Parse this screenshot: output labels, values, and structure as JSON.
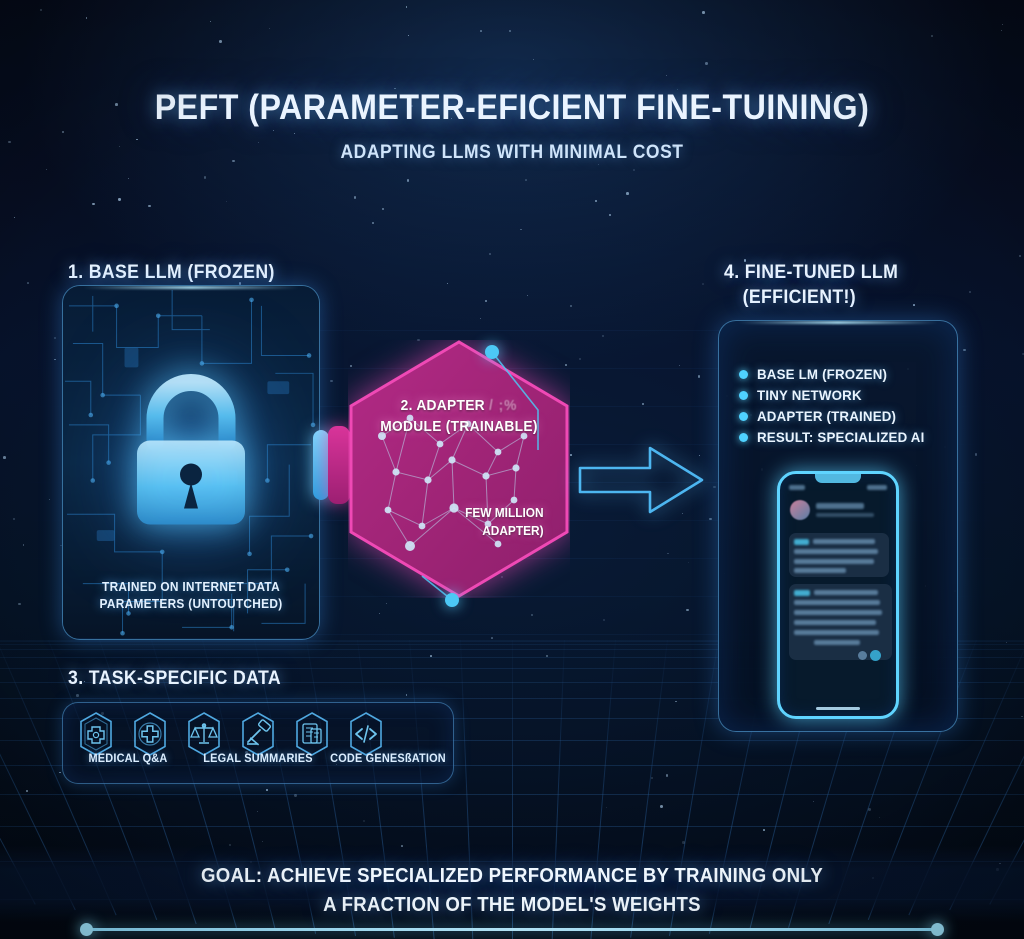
{
  "header": {
    "title": "PEFT (PARAMETER-EFICIENT FINE-TUINING)",
    "subtitle": "ADAPTING LLMS WITH MINIMAL COST"
  },
  "step1": {
    "label": "1. BASE LLM (FROZEN)",
    "icon": "padlock-icon",
    "caption_line1": "TRAINED ON INTERNET DATA",
    "caption_line2": "PARAMETERS (UNTOUTCHED)"
  },
  "step2": {
    "title_line1": "2. ADAPTER",
    "title_glitch": "/ ;%",
    "title_line2": "MODULE (TRAINABLE)",
    "sub_line1": "FEW MILLION",
    "sub_line2": "ADAPTER)"
  },
  "step3": {
    "label": "3. TASK-SPECIFIC DATA",
    "icons": [
      {
        "name": "medical-gear-cross-icon"
      },
      {
        "name": "medical-cross-icon"
      },
      {
        "name": "legal-scales-icon"
      },
      {
        "name": "legal-gavel-icon"
      },
      {
        "name": "code-document-icon"
      },
      {
        "name": "code-brackets-icon"
      }
    ],
    "labels": [
      "MEDICAL Q&A",
      "LEGAL SUMMARIES",
      "CODE GENESßATION"
    ]
  },
  "step4": {
    "label_line1": "4. FINE-TUNED LLM",
    "label_line2": "(EFFICIENT!)",
    "bullets": [
      "BASE LM (FROZEN)",
      "TINY NETWORK",
      "ADAPTER (TRAINED)",
      "RESULT: SPECIALIZED AI"
    ],
    "device": "smartphone-chat-mockup"
  },
  "connector": {
    "arrow": "right-arrow-icon",
    "tab": "adapter-connector-tab"
  },
  "footer": {
    "line1": "GOAL: ACHIEVE SPECIALIZED PERFORMANCE BY TRAINING ONLY",
    "line2": "A FRACTION OF THE MODEL'S WEIGHTS"
  },
  "colors": {
    "background": "#050b1a",
    "cyan": "#4fd2ff",
    "magenta": "#c42d8f",
    "text": "#eaf4ff",
    "grid": "#2d6fb8"
  }
}
